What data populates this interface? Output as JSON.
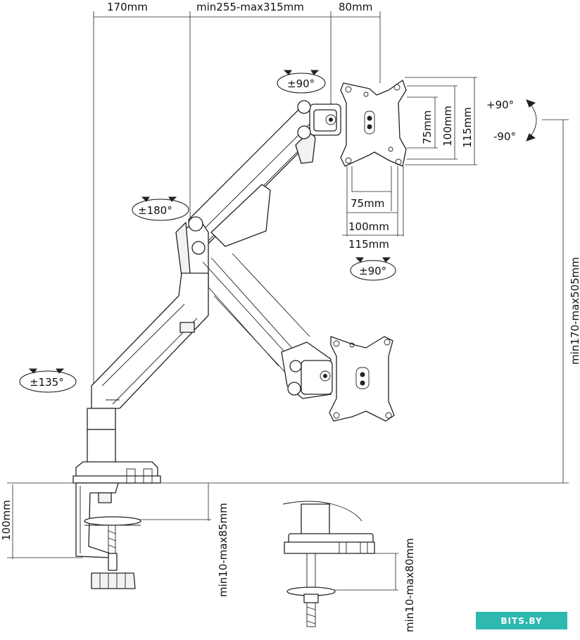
{
  "dimensions": {
    "top_left": "170mm",
    "top_middle": "min255-max315mm",
    "top_right": "80mm",
    "vesa_h_75": "75mm",
    "vesa_h_100": "100mm",
    "vesa_h_115": "115mm",
    "vesa_v_75": "75mm",
    "vesa_v_100": "100mm",
    "vesa_v_115": "115mm",
    "height_range": "min170-max505mm",
    "clamp_height": "100mm",
    "clamp_thickness": "min10-max85mm",
    "grommet_thickness": "min10-max80mm"
  },
  "rotations": {
    "head_top": "±90°",
    "tilt_up": "+90°",
    "tilt_down": "-90°",
    "elbow": "±180°",
    "head_below": "±90°",
    "base": "±135°"
  },
  "watermark": "BITS.BY"
}
